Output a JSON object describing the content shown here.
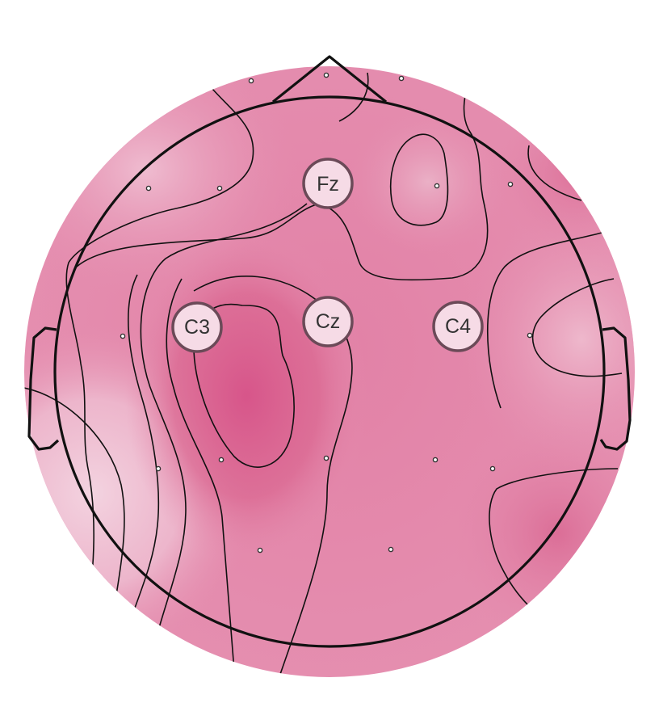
{
  "colors": {
    "low": "#f3d1df",
    "mid": "#e58fb0",
    "high": "#d95a88",
    "outline": "#111111",
    "label_fill": "#f6dbe6",
    "label_ring": "#6b4a58"
  },
  "electrodes": [
    {
      "id": "fz",
      "label": "Fz"
    },
    {
      "id": "c3",
      "label": "C3"
    },
    {
      "id": "cz",
      "label": "Cz"
    },
    {
      "id": "c4",
      "label": "C4"
    }
  ]
}
